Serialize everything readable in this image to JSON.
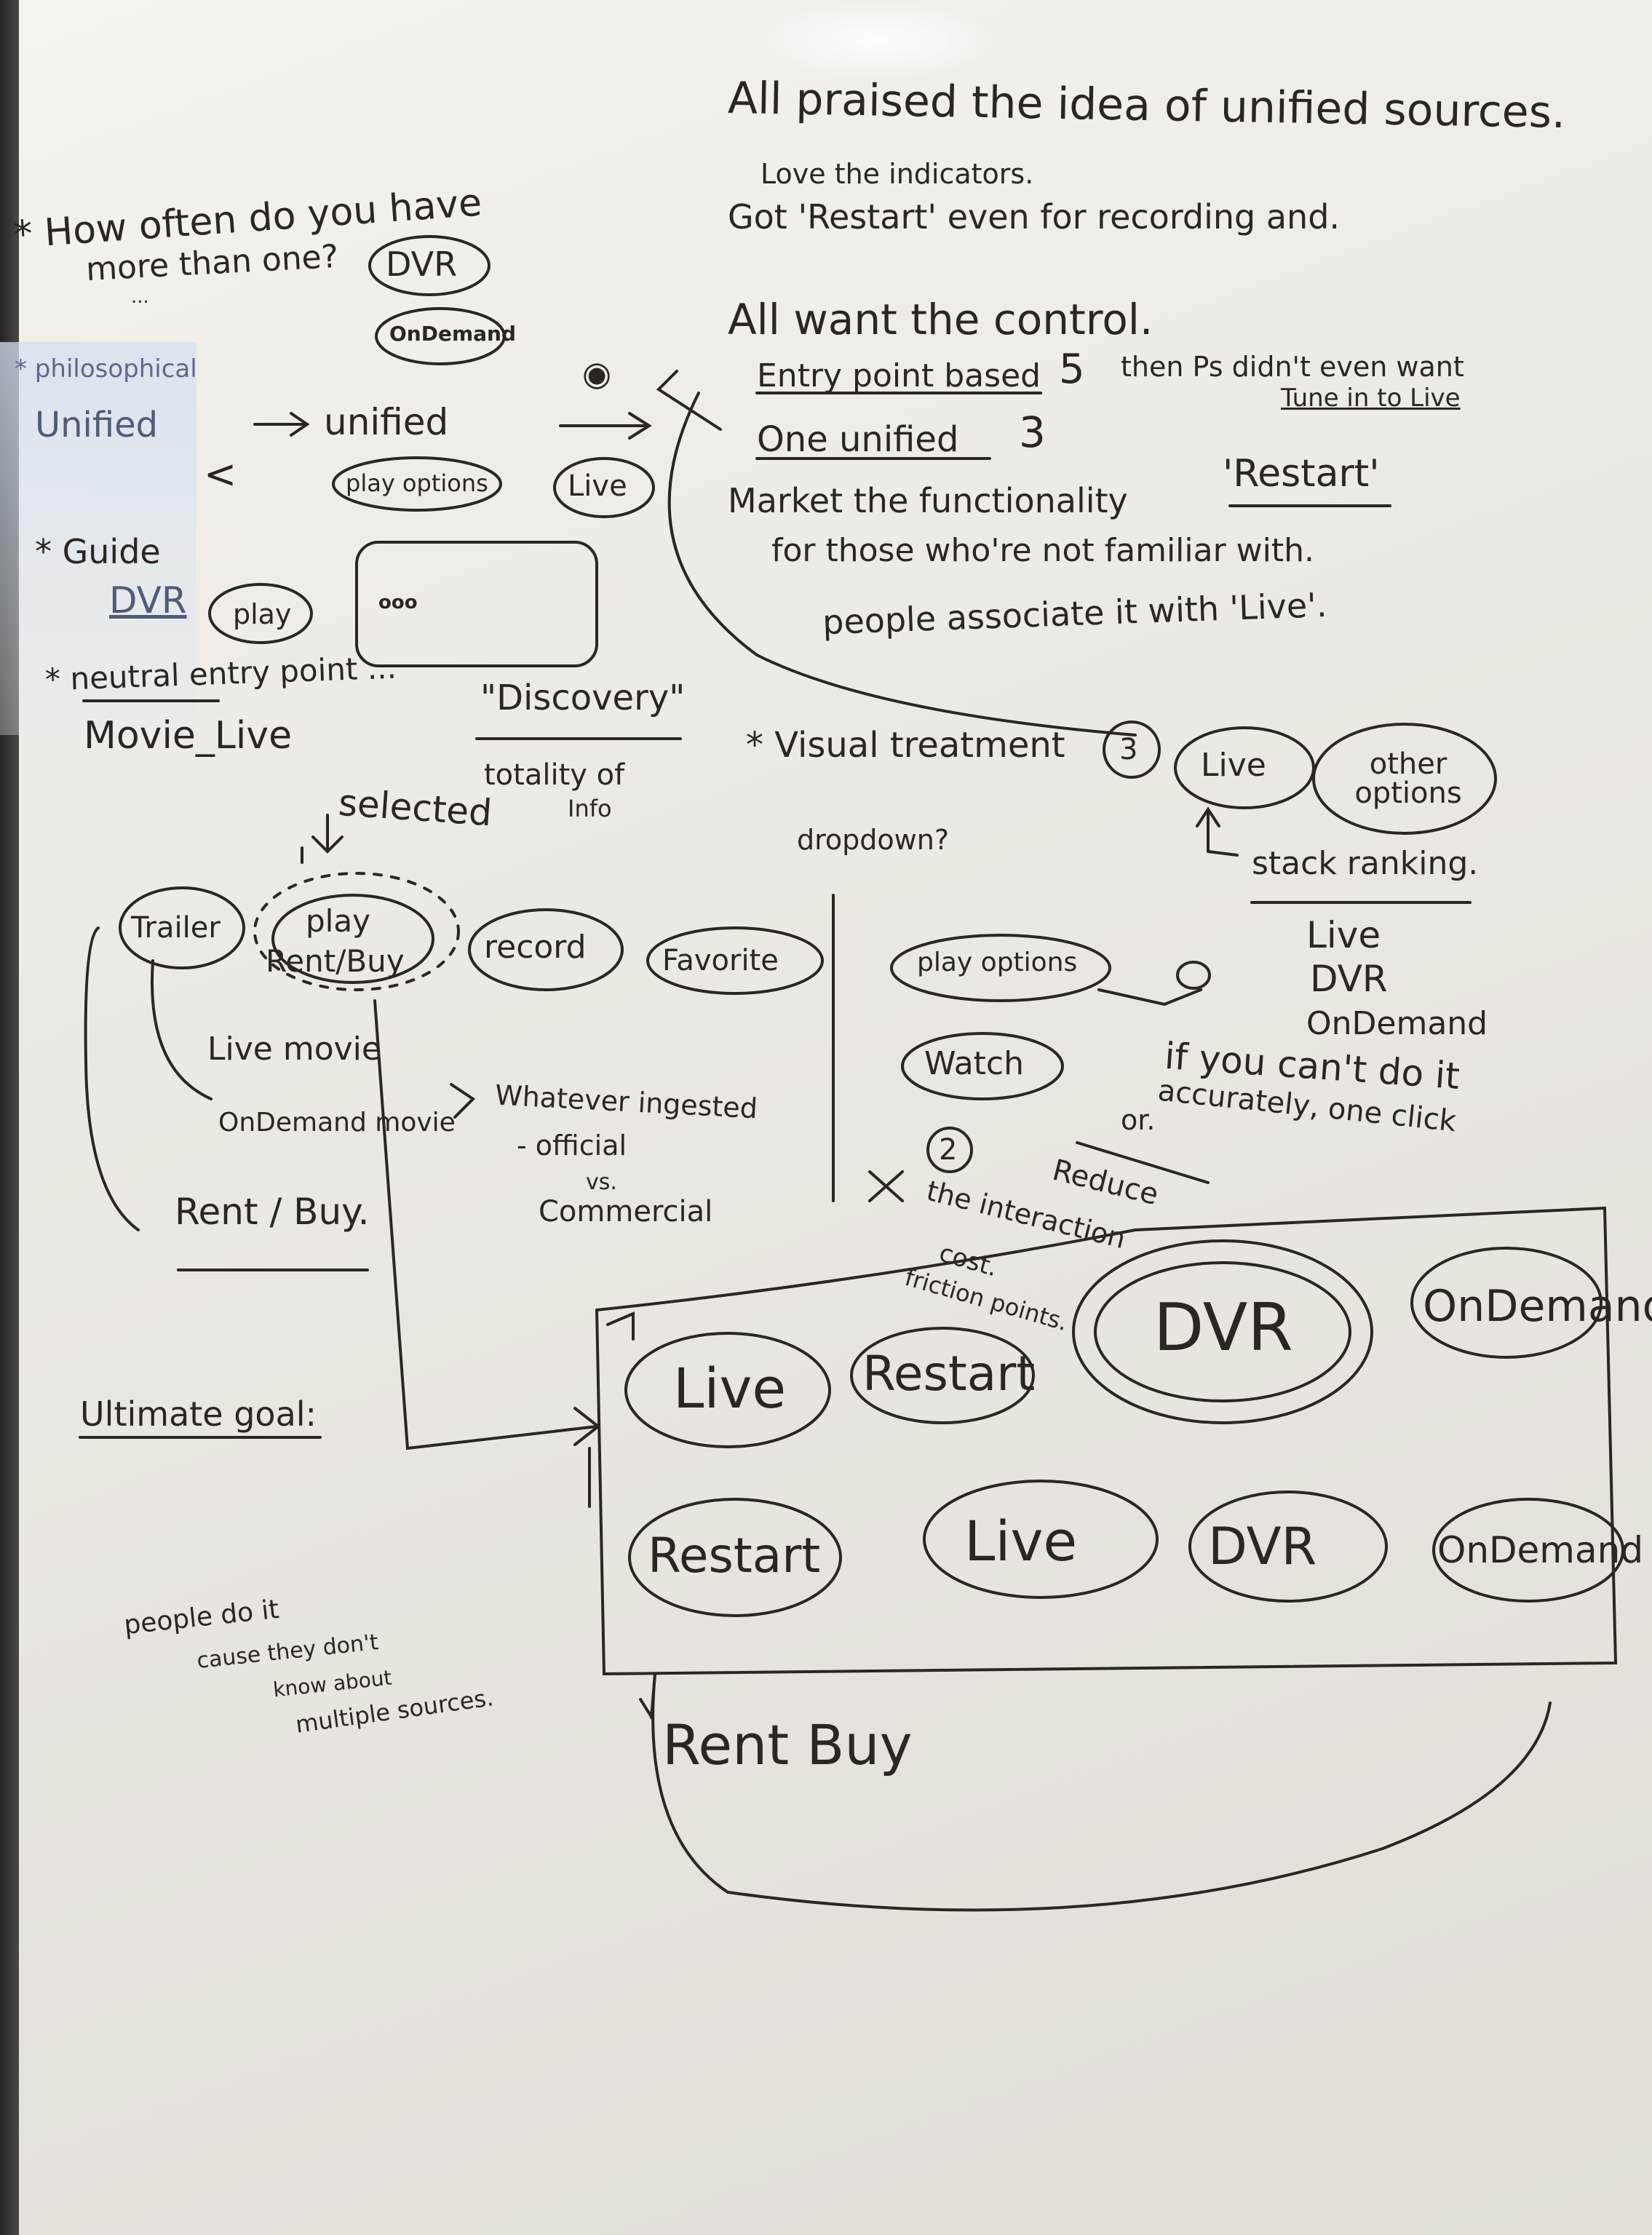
{
  "left_column": {
    "q_dvr": "* How often do you have",
    "q_more": "more than one?",
    "dots": "...",
    "pill_dvr": "DVR",
    "pill_ondemand": "OnDemand",
    "philosophical": "* philosophical",
    "unified_left": "Unified",
    "unified_right": "unified",
    "less_than": "<",
    "pill_play_options": "play options",
    "pill_live": "Live",
    "guide": "* Guide",
    "dvr_underlined": "DVR",
    "pill_play": "play",
    "ellipsis_box": "ooo",
    "neutral_entry": "* neutral entry point ...",
    "discovery": "\"Discovery\"",
    "movie_live": "Movie_Live",
    "totality": "totality of",
    "info": "Info",
    "selected": "selected"
  },
  "right_column": {
    "praised": "All praised the idea of unified sources.",
    "love_indicators": "Love the indicators.",
    "got_restart": "Got 'Restart' even for recording and.",
    "want_control": "All want the control.",
    "entry_point_based": "Entry point based",
    "entry_count": "5",
    "then_ps": "then Ps didn't even want",
    "tune_in": "Tune in to Live",
    "one_unified": "One unified",
    "one_count": "3",
    "market": "Market the functionality",
    "restart_quote": "'Restart'",
    "for_those": "for those who're not familiar with.",
    "people_assoc": "people associate it with 'Live'.",
    "visual_treatment": "* Visual treatment",
    "circle_3": "3",
    "pill_live_play": "Live",
    "pill_other": "other options",
    "dropdown": "dropdown?",
    "stack_ranking": "stack ranking.",
    "rank_live": "Live",
    "rank_dvr": "DVR",
    "rank_ondemand": "OnDemand"
  },
  "middle_row": {
    "trailer": "Trailer",
    "play": "play",
    "rent_buy_pill": "Rent/Buy",
    "record": "record",
    "favorite": "Favorite",
    "play_options": "play options",
    "watch": "Watch",
    "live_movie": "Live movie",
    "ondemand_movie": "OnDemand movie",
    "rent_buy": "Rent / Buy.",
    "whatever": "Whatever ingested",
    "official": "- official",
    "vs": "vs.",
    "commercial": "Commercial",
    "if_you_cant": "if you can't do it",
    "accurately": "accurately, one click",
    "or": "or.",
    "reduce": "Reduce",
    "the_interaction": "the interaction",
    "cost": "cost.",
    "friction": "friction points.",
    "circle_2": "2",
    "x_mark": "X"
  },
  "bottom": {
    "ultimate_goal": "Ultimate goal:",
    "row1": [
      "Live",
      "Restart",
      "DVR",
      "OnDemand"
    ],
    "row2": [
      "Restart",
      "Live",
      "DVR",
      "OnDemand"
    ],
    "rent_buy_bottom": "Rent Buy",
    "people_do": "people do it",
    "cause": "cause they don't",
    "know": "know about",
    "multiple": "multiple sources."
  }
}
